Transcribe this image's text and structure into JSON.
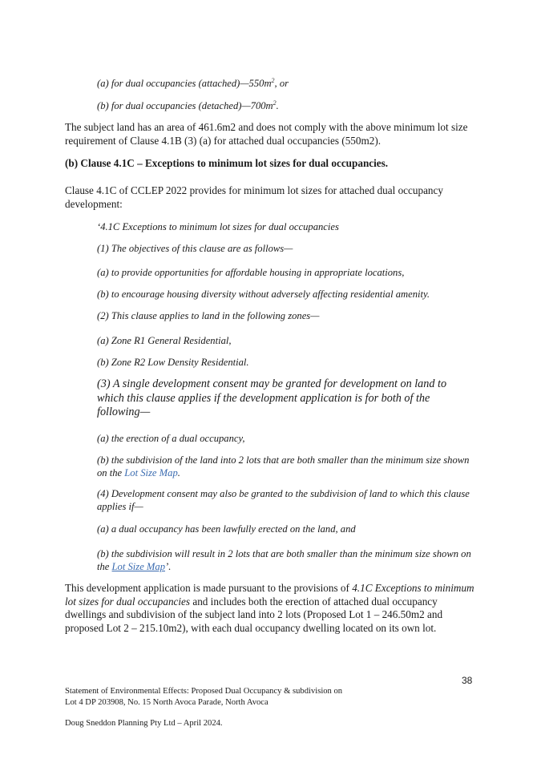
{
  "quote1": {
    "a_text": "(a)  for dual occupancies (attached)—550m",
    "a_sup": "2",
    "a_tail": ", or",
    "b_text": "(b)  for dual occupancies (detached)—700m",
    "b_sup": "2",
    "b_tail": "."
  },
  "para1": "The subject land has an area of 461.6m2 and does not comply with the above minimum lot size requirement of Clause 4.1B (3) (a) for attached dual occupancies (550m2).",
  "heading": "(b) Clause 4.1C – Exceptions to minimum lot sizes for dual occupancies.",
  "para2": "Clause 4.1C of CCLEP 2022 provides for minimum lot sizes for attached dual occupancy development:",
  "clause": {
    "title": "‘4.1C   Exceptions to minimum lot sizes for dual occupancies",
    "s1": "(1)  The objectives of this clause are as follows—",
    "s1a": "(a)  to provide opportunities for affordable housing in appropriate locations,",
    "s1b": "(b)  to encourage housing diversity without adversely affecting residential amenity.",
    "s2": "(2)  This clause applies to land in the following zones—",
    "s2a": "(a)  Zone R1 General Residential,",
    "s2b": "(b)  Zone R2 Low Density Residential.",
    "s3": "(3)  A single development consent may be granted for development on land to which this clause applies if the development application is for both of the following—",
    "s3a": "(a)  the erection of a dual occupancy,",
    "s3b_pre": "(b)  the subdivision of the land into 2 lots that are both smaller than the minimum size shown on the ",
    "s3b_link": "Lot Size Map",
    "s3b_post": ".",
    "s4": "(4)  Development consent may also be granted to the subdivision of land to which this clause applies if—",
    "s4a": "(a)  a dual occupancy has been lawfully erected on the land, and",
    "s4b_pre": "(b)  the subdivision will result in 2 lots that are both smaller than the minimum size shown on the ",
    "s4b_link": "Lot Size Map",
    "s4b_post": "’."
  },
  "para3": {
    "pre": "This development application is made pursuant to the provisions of ",
    "italic": "4.1C   Exceptions to minimum lot sizes for dual occupancies",
    "post": " and includes both the erection of attached dual occupancy dwellings and subdivision of the subject land into 2 lots (Proposed Lot 1 – 246.50m2 and proposed Lot 2 – 215.10m2), with each dual occupancy dwelling located on its own lot."
  },
  "page_number": "38",
  "footer": {
    "line1": "Statement of Environmental Effects: Proposed Dual Occupancy & subdivision on",
    "line2": "Lot 4 DP 203908, No. 15 North Avoca Parade, North Avoca",
    "line3": "Doug Sneddon Planning Pty Ltd – April 2024."
  }
}
